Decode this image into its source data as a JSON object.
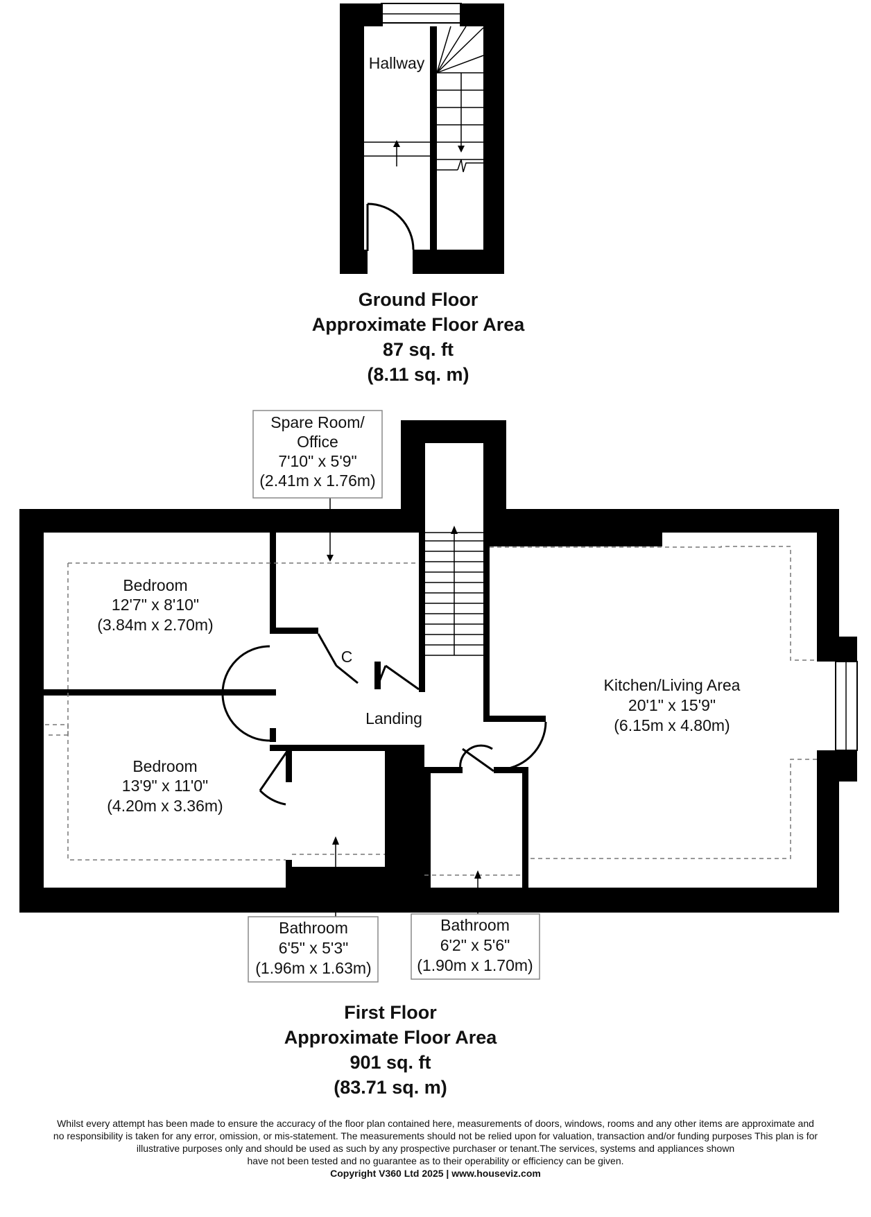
{
  "ground_floor": {
    "rooms": {
      "hallway": "Hallway"
    },
    "title": {
      "line1": "Ground Floor",
      "line2": "Approximate Floor Area",
      "sqft": "87 sq. ft",
      "sqm": "(8.11 sq. m)"
    }
  },
  "first_floor": {
    "rooms": {
      "spare_room": {
        "name1": "Spare Room/",
        "name2": "Office",
        "imperial": "7'10\" x 5'9\"",
        "metric": "(2.41m x 1.76m)"
      },
      "bedroom_1": {
        "name": "Bedroom",
        "imperial": "12'7\" x 8'10\"",
        "metric": "(3.84m x 2.70m)"
      },
      "bedroom_2": {
        "name": "Bedroom",
        "imperial": "13'9\" x 11'0\"",
        "metric": "(4.20m x 3.36m)"
      },
      "cupboard": {
        "name": "C"
      },
      "landing": {
        "name": "Landing"
      },
      "kitchen": {
        "name": "Kitchen/Living Area",
        "imperial": "20'1\" x 15'9\"",
        "metric": "(6.15m x 4.80m)"
      },
      "bathroom_1": {
        "name": "Bathroom",
        "imperial": "6'5\" x 5'3\"",
        "metric": "(1.96m x 1.63m)"
      },
      "bathroom_2": {
        "name": "Bathroom",
        "imperial": "6'2\" x 5'6\"",
        "metric": "(1.90m x 1.70m)"
      }
    },
    "title": {
      "line1": "First Floor",
      "line2": "Approximate Floor Area",
      "sqft": "901 sq. ft",
      "sqm": "(83.71 sq. m)"
    }
  },
  "footer": {
    "line1": "Whilst every attempt has been made to ensure the accuracy of the floor plan contained here, measurements of doors, windows, rooms and any other items are approximate and",
    "line2": "no responsibility is taken for any error, omission, or mis-statement.  The measurements should not be relied upon for valuation, transaction and/or funding purposes This plan is for",
    "line3": "illustrative purposes only and should be used as such by any prospective purchaser or tenant.The services, systems and appliances shown",
    "line4": "have not been tested and no guarantee as to their operability or efficiency can be given.",
    "copyright": "Copyright V360 Ltd 2025 | www.houseviz.com"
  }
}
